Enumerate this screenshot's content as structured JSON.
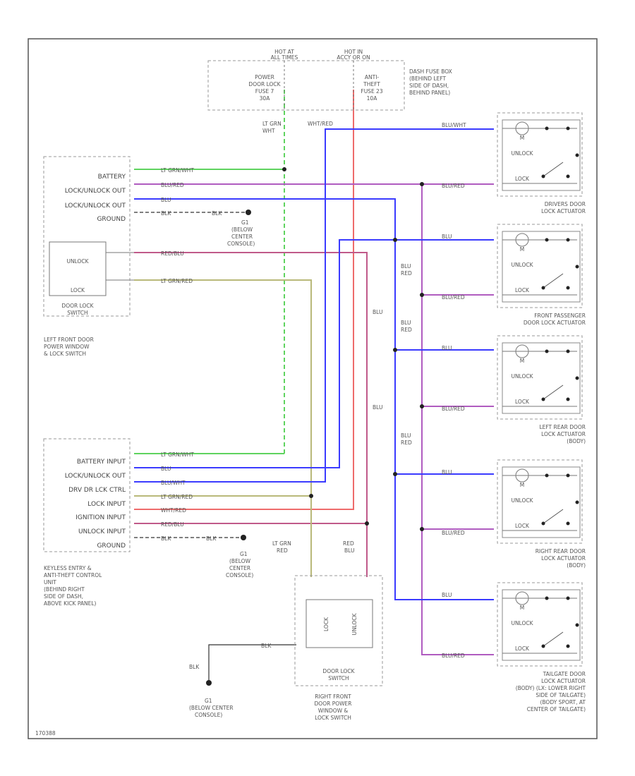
{
  "diagram_id": "170388",
  "fuse_box": {
    "hot1": [
      "HOT AT",
      "ALL TIMES"
    ],
    "hot2": [
      "HOT IN",
      "ACCY OR ON"
    ],
    "fuse1": [
      "POWER",
      "DOOR LOCK",
      "FUSE 7",
      "30A"
    ],
    "fuse2": [
      "ANTI-",
      "THEFT",
      "FUSE 23",
      "10A"
    ],
    "label": [
      "DASH FUSE BOX",
      "(BEHIND LEFT",
      "SIDE OF DASH,",
      "BEHIND PANEL)"
    ]
  },
  "left_switch": {
    "pins": [
      "BATTERY",
      "LOCK/UNLOCK OUT",
      "LOCK/UNLOCK OUT",
      "GROUND"
    ],
    "inner_unlock": "UNLOCK",
    "inner_lock": "LOCK",
    "inner_title": [
      "DOOR LOCK",
      "SWITCH"
    ],
    "caption": [
      "LEFT FRONT DOOR",
      "POWER WINDOW",
      "& LOCK SWITCH"
    ],
    "wires": [
      "LT GRN/WHT",
      "BLU/RED",
      "BLU",
      "BLK",
      "RED/BLU",
      "LT GRN/RED"
    ],
    "ground_wire": "BLK",
    "ground_caption": [
      "G1",
      "(BELOW",
      "CENTER",
      "CONSOLE)"
    ]
  },
  "keyless_unit": {
    "pins": [
      "BATTERY INPUT",
      "LOCK/UNLOCK OUT",
      "DRV DR LCK CTRL",
      "LOCK INPUT",
      "IGNITION INPUT",
      "UNLOCK INPUT",
      "GROUND"
    ],
    "wires": [
      "LT GRN/WHT",
      "BLU",
      "BLU/WHT",
      "LT GRN/RED",
      "WHT/RED",
      "RED/BLU",
      "BLK"
    ],
    "ground_wire": "BLK",
    "caption": [
      "KEYLESS ENTRY &",
      "ANTI-THEFT CONTROL",
      "UNIT",
      "(BEHIND RIGHT",
      "SIDE OF DASH,",
      "ABOVE KICK PANEL)"
    ],
    "ground_caption": [
      "G1",
      "(BELOW",
      "CENTER",
      "CONSOLE)"
    ]
  },
  "right_switch": {
    "wire_left": [
      "LT GRN",
      "RED"
    ],
    "wire_right": [
      "RED",
      "BLU"
    ],
    "inner_lock": "LOCK",
    "inner_unlock": "UNLOCK",
    "inner_title": [
      "DOOR LOCK",
      "SWITCH"
    ],
    "caption": [
      "RIGHT FRONT",
      "DOOR POWER",
      "WINDOW &",
      "LOCK SWITCH"
    ],
    "ground_wire": "BLK",
    "ground_wire_side": "BLK",
    "ground_caption": [
      "G1",
      "(BELOW CENTER",
      "CONSOLE)"
    ]
  },
  "center_wires": {
    "fuse1_out": [
      "LT GRN",
      "WHT"
    ],
    "fuse2_out": "WHT/RED",
    "blu_red_1": [
      "BLU",
      "RED"
    ],
    "blu_red_2": [
      "BLU",
      "RED"
    ],
    "blu_red_3": [
      "BLU",
      "RED"
    ],
    "blu_1": "BLU",
    "blu_2": "BLU"
  },
  "actuators": [
    {
      "top_wire": "BLU/WHT",
      "bottom_wire": "BLU/RED",
      "unlock": "UNLOCK",
      "lock": "LOCK",
      "m": "M",
      "caption": [
        "DRIVERS DOOR",
        "LOCK ACTUATOR"
      ]
    },
    {
      "top_wire": "BLU",
      "bottom_wire": "BLU/RED",
      "unlock": "UNLOCK",
      "lock": "LOCK",
      "m": "M",
      "caption": [
        "FRONT PASSENGER",
        "DOOR LOCK ACTUATOR"
      ]
    },
    {
      "top_wire": "BLU",
      "bottom_wire": "BLU/RED",
      "unlock": "UNLOCK",
      "lock": "LOCK",
      "m": "M",
      "caption": [
        "LEFT REAR DOOR",
        "LOCK ACTUATOR",
        "(BODY)"
      ]
    },
    {
      "top_wire": "BLU",
      "bottom_wire": "BLU/RED",
      "unlock": "UNLOCK",
      "lock": "LOCK",
      "m": "M",
      "caption": [
        "RIGHT REAR DOOR",
        "LOCK ACTUATOR",
        "(BODY)"
      ]
    },
    {
      "top_wire": "BLU",
      "bottom_wire": "BLU/RED",
      "unlock": "UNLOCK",
      "lock": "LOCK",
      "m": "M",
      "caption": [
        "TAILGATE DOOR",
        "LOCK ACTUATOR",
        "(BODY) (LX: LOWER RIGHT",
        "SIDE OF TAILGATE)",
        "(BODY SPORT, AT",
        "CENTER OF TAILGATE)"
      ]
    }
  ],
  "colors": {
    "green": "#5fd35f",
    "blue": "#3b3bff",
    "purple": "#b05cc0",
    "red": "#ee6b6b",
    "olive": "#b9b97a",
    "black": "#333333"
  }
}
